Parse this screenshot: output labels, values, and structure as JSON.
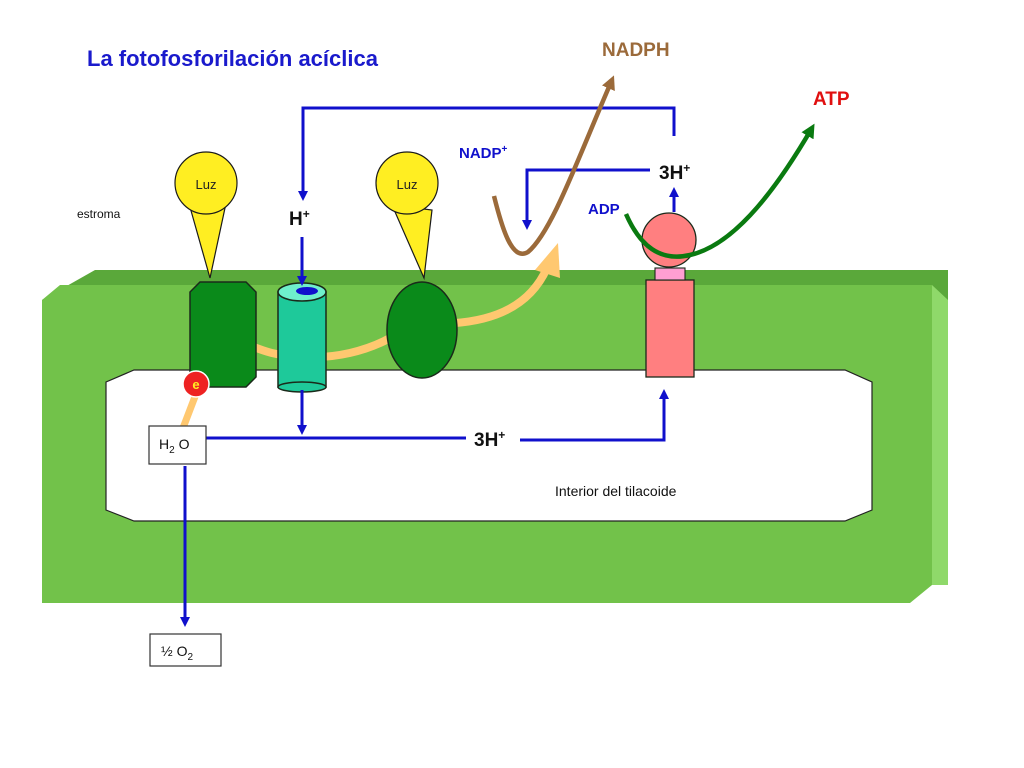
{
  "title": "La fotofosforilación acíclica",
  "labels": {
    "nadph": "NADPH",
    "atp": "ATP",
    "nadp": "NADP",
    "nadp_sup": "+",
    "h_top": "H",
    "h_top_sup": "+",
    "h3_top": "3H",
    "h3_top_sup": "+",
    "adp": "ADP",
    "estroma": "estroma",
    "luz1": "Luz",
    "luz2": "Luz",
    "e": "e",
    "h2o_h": "H",
    "h2o_sub": "2",
    "h2o_o": " O",
    "h3_bottom": "3H",
    "h3_bottom_sup": "+",
    "interior": "Interior del tilacoide",
    "o2_prefix": "½ O",
    "o2_sub": "2"
  },
  "colors": {
    "title": "#1a1acc",
    "nadph": "#9b6a3a",
    "atp": "#e01010",
    "blue": "#1010cc",
    "membrane": "#72c24a",
    "membrane_top": "#5aa83a",
    "membrane_right": "#8fd96a",
    "ps_green": "#0a8a1a",
    "cyt_teal": "#1ec99a",
    "luz_yellow": "#ffee22",
    "atp_synthase": "#ff7f80",
    "electron_path": "#ffc870"
  }
}
